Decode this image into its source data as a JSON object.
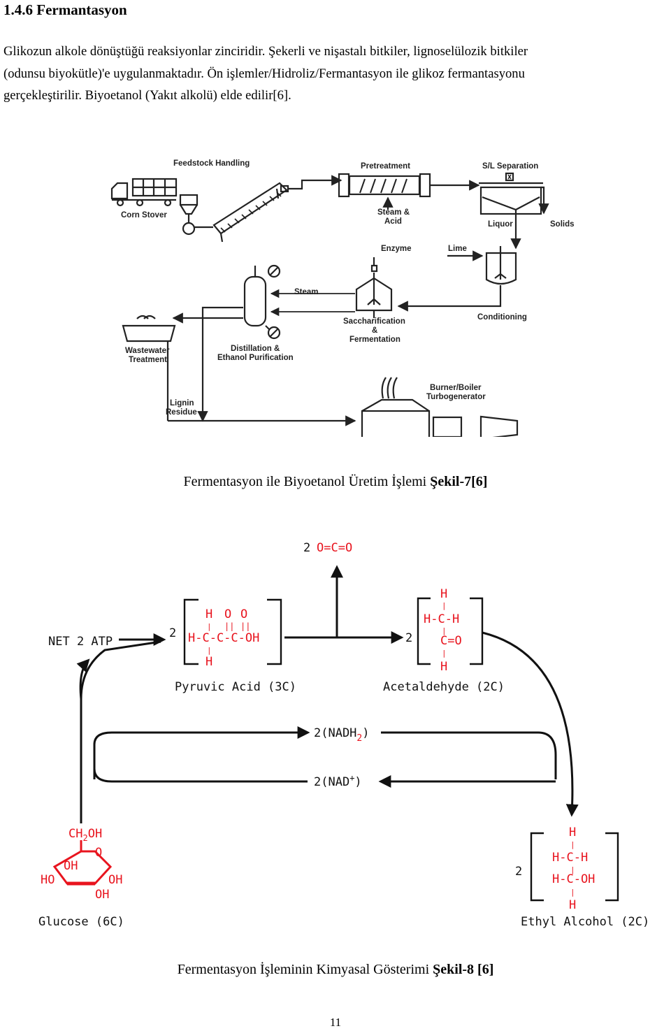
{
  "document": {
    "heading": "1.4.6 Fermantasyon",
    "paragraph": [
      "Glikozun alkole dönüştüğü reaksiyonlar zinciridir. Şekerli ve nişastalı bitkiler, lignoselülozik bitkiler",
      "(odunsu biyokütle)'e uygulanmaktadır. Ön işlemler/Hidroliz/Fermantasyon ile glikoz fermantasyonu",
      "gerçekleştirilir. Biyoetanol (Yakıt alkolü) elde edilir[6]."
    ],
    "page_number": "11"
  },
  "figure7": {
    "labels": {
      "feedstock": "Feedstock Handling",
      "corn": "Corn Stover",
      "pretreatment": "Pretreatment",
      "sl_sep": "S/L Separation",
      "steam_acid_1": "Steam &",
      "steam_acid_2": "Acid",
      "liquor": "Liquor",
      "solids": "Solids",
      "enzyme": "Enzyme",
      "lime": "Lime",
      "steam": "Steam",
      "sacch_1": "Saccharification",
      "sacch_2": "&",
      "sacch_3": "Fermentation",
      "conditioning": "Conditioning",
      "waste_1": "Wastewater",
      "waste_2": "Treatment",
      "distill_1": "Distillation &",
      "distill_2": "Ethanol Purification",
      "burner_1": "Burner/Boiler",
      "burner_2": "Turbogenerator",
      "lignin_1": "Lignin",
      "lignin_2": "Residue"
    },
    "caption_text": "Fermentasyon ile Biyoetanol Üretim İşlemi ",
    "caption_bold": "Şekil-7[6]"
  },
  "figure8": {
    "co2": "O=C=O",
    "co2_coef": "2",
    "net_atp": "NET 2 ATP",
    "pyruvic_coef": "2",
    "pyruvic_name": "Pyruvic Acid (3C)",
    "acet_coef": "2",
    "acet_name": "Acetaldehyde (2C)",
    "nadh": "2(NADH",
    "nadh_sub": "2",
    "nadh_close": ")",
    "nad": "2(NAD",
    "nad_sup": "+",
    "nad_close": ")",
    "glucose_name": "Glucose (6C)",
    "ethyl_coef": "2",
    "ethyl_name": "Ethyl Alcohol (2C)",
    "glucose": {
      "ch2": "CH",
      "ch2_sub": "2",
      "oh": "OH",
      "o": "O",
      "oh1": "OH",
      "ho": "HO",
      "oh2": "OH",
      "oh3": "OH"
    },
    "colors": {
      "molecule": "#e8141e",
      "arrow": "#111111"
    },
    "caption_text": "Fermentasyon İşleminin Kimyasal Gösterimi ",
    "caption_bold": "Şekil-8 [6]"
  }
}
